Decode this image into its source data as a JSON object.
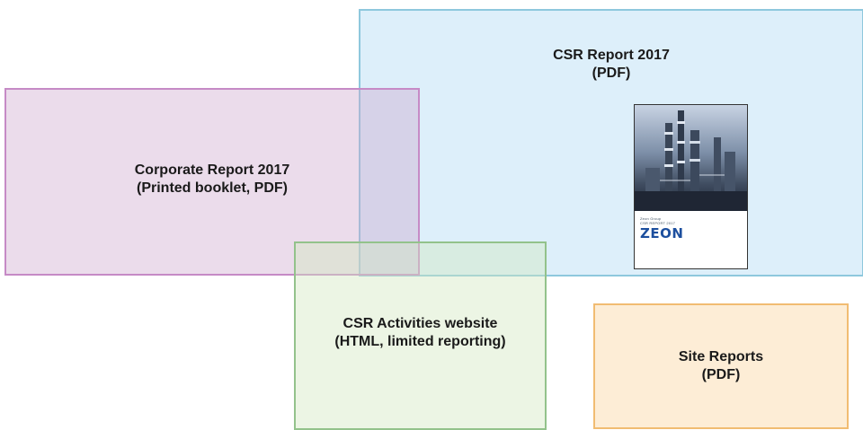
{
  "boxes": {
    "csr_report": {
      "line1": "CSR Report 2017",
      "line2": "(PDF)"
    },
    "corporate_report": {
      "line1": "Corporate Report 2017",
      "line2": "(Printed booklet, PDF)"
    },
    "csr_website": {
      "line1": "CSR Activities website",
      "line2": "(HTML, limited reporting)"
    },
    "site_reports": {
      "line1": "Site Reports",
      "line2": "(PDF)"
    }
  },
  "cover": {
    "small_text_1": "Zeon Group",
    "small_text_2": "CSR REPORT 2017",
    "brand": "ZEON"
  },
  "colors": {
    "csr_fill": "#b4dcf5",
    "corporate_fill": "#cda8cd",
    "website_fill": "#d2e8be",
    "site_fill": "#fcdeb4"
  }
}
